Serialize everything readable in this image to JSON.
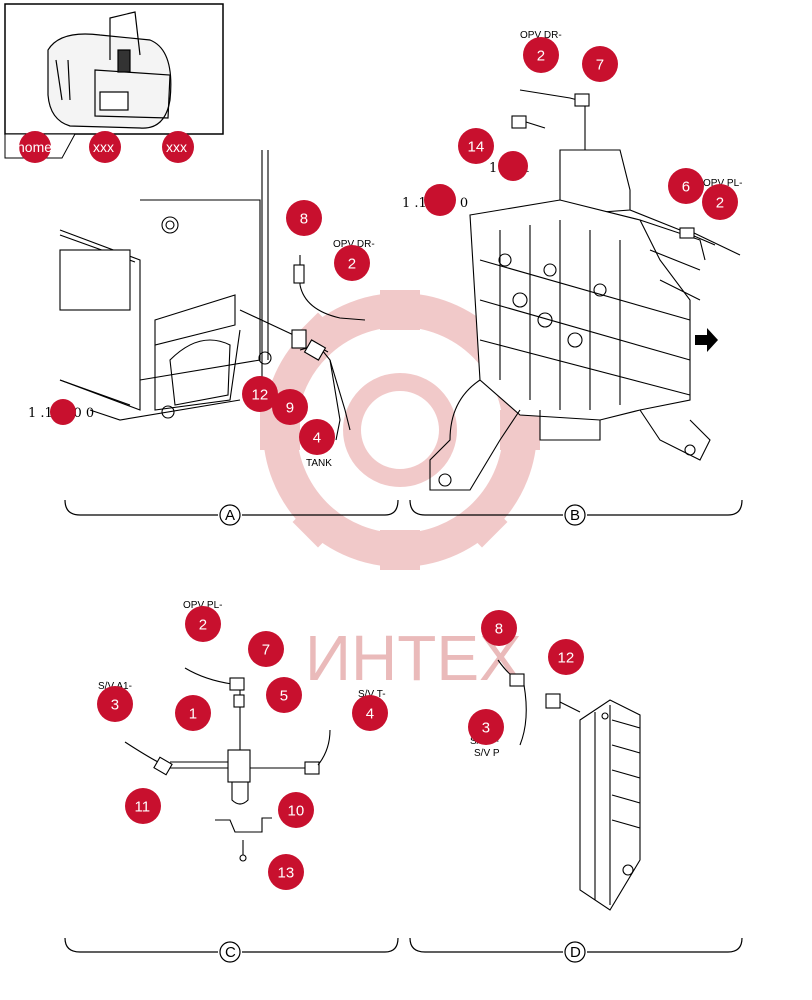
{
  "nav": {
    "home": "home",
    "link1": "xxx",
    "link2": "xxx"
  },
  "watermark": "ИНТЕХ",
  "sections": {
    "a": "A",
    "b": "B",
    "c": "C",
    "d": "D"
  },
  "refs": {
    "a": "1 .1.020 0",
    "b": "1 .1.050 0",
    "b_sub": "1 14-1"
  },
  "labels": {
    "opv_dr_a": "OPV DR-",
    "tank_a": "TANK",
    "opv_dr_b": "OPV DR-",
    "opv_pl_b": "OPV PL-",
    "opv_pl_c": "OPV PL-",
    "sv_a1_c": "S/V A1-",
    "sv_t_c": "S/V T-",
    "sv_p_d1": "S/V P-",
    "sv_p_d2": "S/V P"
  },
  "callouts": {
    "a8": "8",
    "a2": "2",
    "a12": "12",
    "a9": "9",
    "a4": "4",
    "b2top": "2",
    "b7": "7",
    "b14": "14",
    "b6": "6",
    "b2right": "2",
    "c2": "2",
    "c7": "7",
    "c3": "3",
    "c5": "5",
    "c1": "1",
    "c4": "4",
    "c11": "11",
    "c10": "10",
    "c13": "13",
    "d8": "8",
    "d12": "12",
    "d3": "3"
  },
  "colors": {
    "callout": "#c8102e",
    "watermark": "#e8b3b3",
    "line": "#000000"
  },
  "icons": {
    "arrow": "right-arrow-icon",
    "machine": "excavator-thumbnail"
  }
}
